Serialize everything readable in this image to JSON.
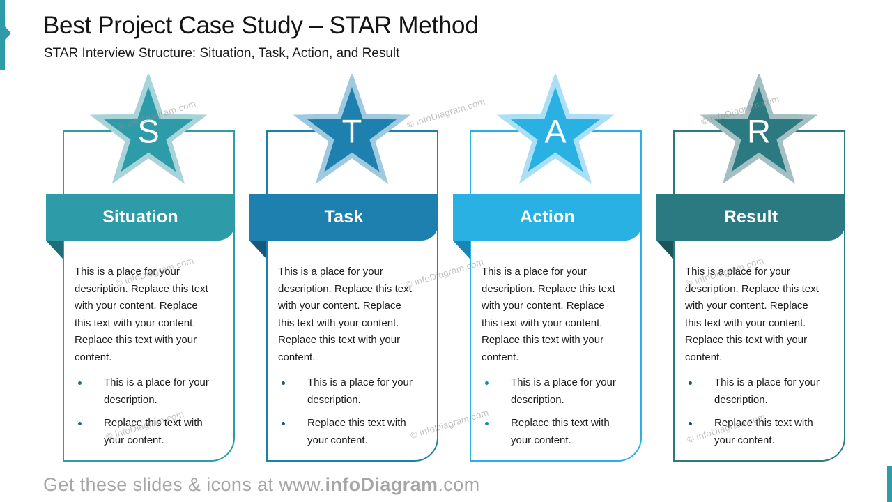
{
  "slide": {
    "title": "Best Project Case Study – STAR Method",
    "subtitle": "STAR Interview Structure: Situation, Task, Action, and Result",
    "watermark": "© infoDiagram.com",
    "accent_color": "#2E9BA8",
    "footer": {
      "prefix": "Get these slides & icons at www.",
      "brand": "infoDiagram",
      "suffix": ".com"
    }
  },
  "columns": [
    {
      "letter": "S",
      "label": "Situation",
      "paragraph": "This is a place for your description. Replace this text with your content. Replace this text with your content. Replace this text with your content.",
      "bullets": [
        "This is a place for your description.",
        "Replace this text with your content."
      ],
      "colors": {
        "accent": "#2E9BA8",
        "light": "#A8D3D9",
        "dark": "#1E6E7A"
      }
    },
    {
      "letter": "T",
      "label": "Task",
      "paragraph": "This is a place for your description. Replace this text with your content. Replace this text with your content. Replace this text with your content.",
      "bullets": [
        "This is a place for your description.",
        "Replace this text with your content."
      ],
      "colors": {
        "accent": "#1E80AE",
        "light": "#9EC9DF",
        "dark": "#155A7D"
      }
    },
    {
      "letter": "A",
      "label": "Action",
      "paragraph": "This is a place for your description. Replace this text with your content. Replace this text with your content. Replace this text with your content.",
      "bullets": [
        "This is a place for your description.",
        "Replace this text with your content."
      ],
      "colors": {
        "accent": "#29B1E4",
        "light": "#ABDFF6",
        "dark": "#1985B5"
      }
    },
    {
      "letter": "R",
      "label": "Result",
      "paragraph": "This is a place for your description. Replace this text with your content. Replace this text with your content. Replace this text with your content.",
      "bullets": [
        "This is a place for your description.",
        "Replace this text with your content."
      ],
      "colors": {
        "accent": "#2B7A82",
        "light": "#A4BFC2",
        "dark": "#1B545B"
      }
    }
  ]
}
